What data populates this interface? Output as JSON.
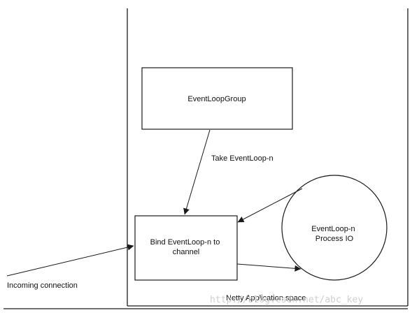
{
  "diagram": {
    "nodes": {
      "event_loop_group": "EventLoopGroup",
      "bind_channel": [
        "Bind EventLoop-n to",
        "channel"
      ],
      "event_loop_n": [
        "EventLoop-n",
        "Process IO"
      ]
    },
    "edges": {
      "take_event_loop": "Take EventLoop-n",
      "incoming_connection": "Incoming connection"
    },
    "region_label": "Netty Application space",
    "watermark": "http://blog.csdn.net/abc_key"
  }
}
